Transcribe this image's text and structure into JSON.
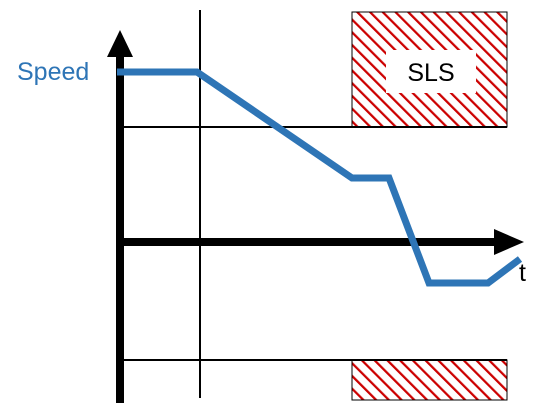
{
  "labels": {
    "y_axis": "Speed",
    "x_axis": "t",
    "zone": "SLS"
  },
  "colors": {
    "speed_curve": "#2e75b6",
    "hatch": "#cc0000",
    "axis": "#000000",
    "background": "#ffffff"
  }
}
